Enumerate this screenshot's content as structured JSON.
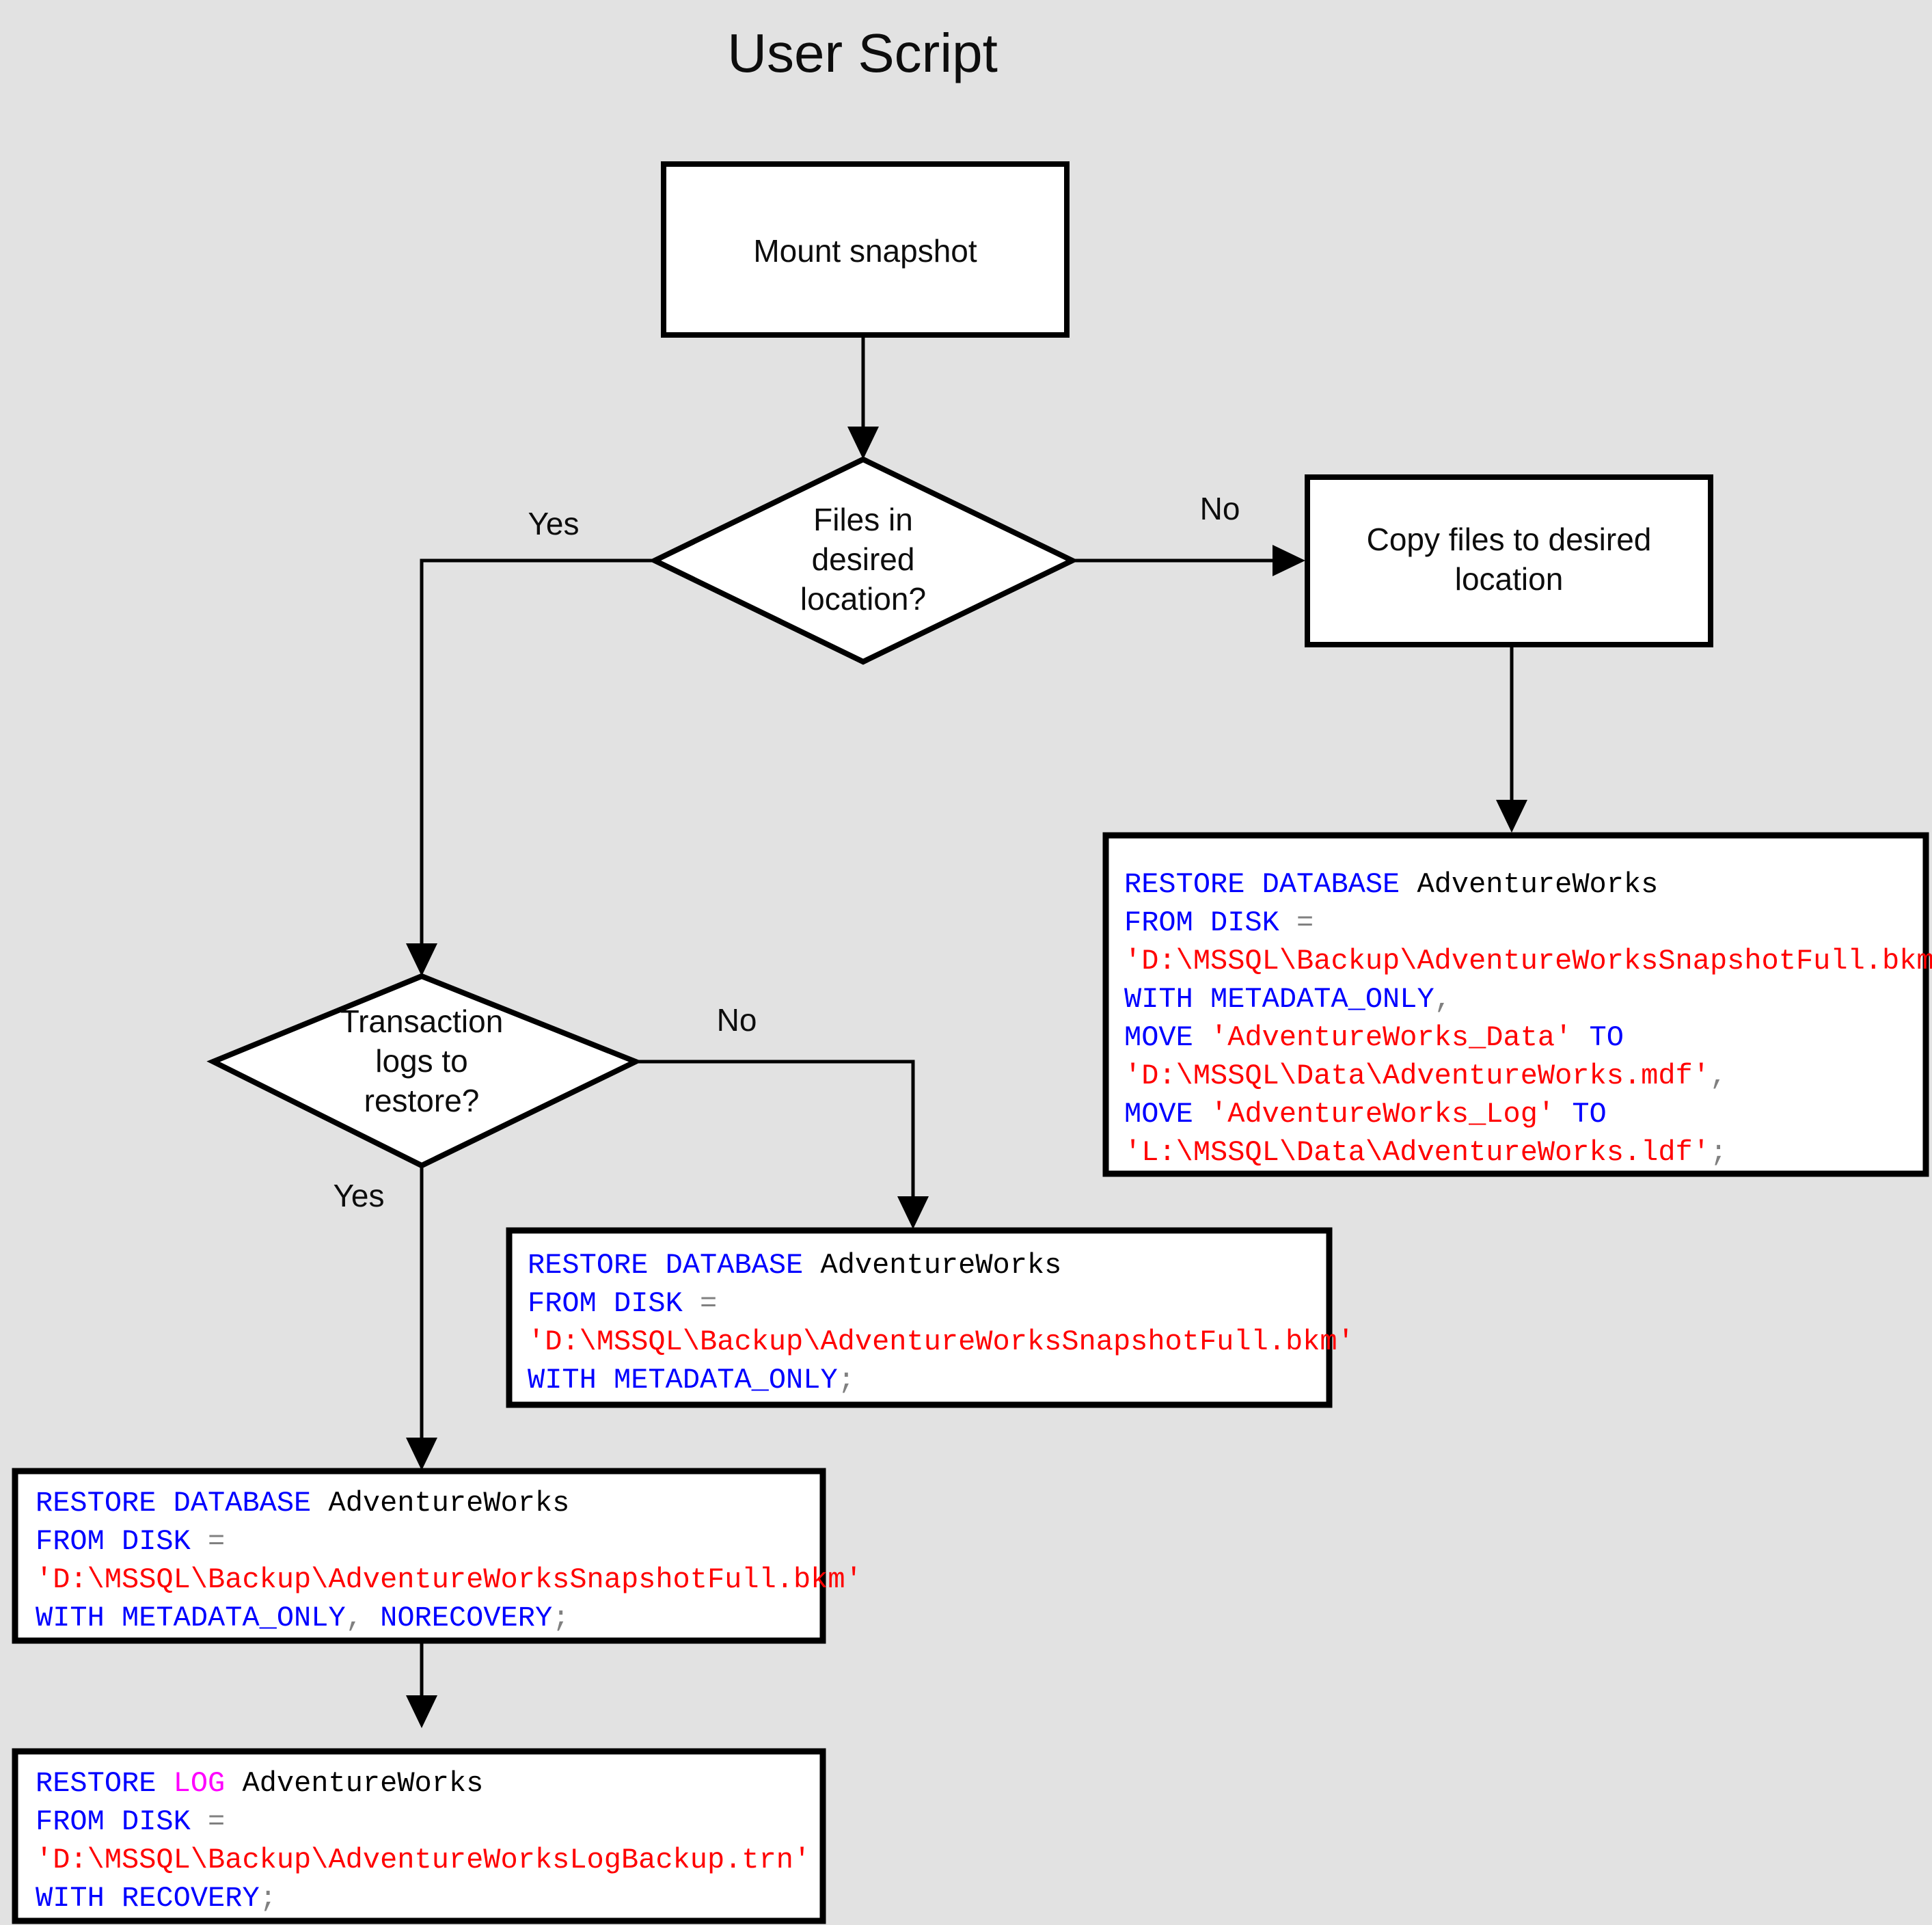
{
  "title": "User Script",
  "colors": {
    "background": "#e2e2e2",
    "node_fill": "#ffffff",
    "node_stroke": "#000000",
    "keyword": "#0000ff",
    "keyword_alt": "#ff00ff",
    "string": "#ff0000",
    "identifier": "#000000",
    "punctuation": "#808080"
  },
  "nodes": {
    "mount_snapshot": {
      "label": "Mount snapshot",
      "shape": "process"
    },
    "files_in_desired_location": {
      "line1": "Files in",
      "line2": "desired",
      "line3": "location?",
      "shape": "decision"
    },
    "copy_files": {
      "line1": "Copy files to desired",
      "line2": "location",
      "shape": "process"
    },
    "transaction_logs": {
      "line1": "Transaction",
      "line2": "logs to",
      "line3": "restore?",
      "shape": "decision"
    }
  },
  "edge_labels": {
    "files_yes": "Yes",
    "files_no": "No",
    "logs_no": "No",
    "logs_yes": "Yes"
  },
  "code_blocks": {
    "restore_with_move": {
      "name": "restore-database-with-move",
      "lines": [
        [
          {
            "t": "RESTORE DATABASE ",
            "c": "kw"
          },
          {
            "t": "AdventureWorks",
            "c": "ident"
          }
        ],
        [
          {
            "t": "FROM DISK ",
            "c": "kw"
          },
          {
            "t": "=",
            "c": "punc"
          }
        ],
        [
          {
            "t": "'D:\\MSSQL\\Backup\\AdventureWorksSnapshotFull.bkm'",
            "c": "str"
          }
        ],
        [
          {
            "t": "WITH METADATA_ONLY",
            "c": "kw"
          },
          {
            "t": ",",
            "c": "punc"
          }
        ],
        [
          {
            "t": "MOVE ",
            "c": "kw"
          },
          {
            "t": "'AdventureWorks_Data'",
            "c": "str"
          },
          {
            "t": " TO",
            "c": "kw"
          }
        ],
        [
          {
            "t": "'D:\\MSSQL\\Data\\AdventureWorks.mdf'",
            "c": "str"
          },
          {
            "t": ",",
            "c": "punc"
          }
        ],
        [
          {
            "t": "MOVE ",
            "c": "kw"
          },
          {
            "t": "'AdventureWorks_Log'",
            "c": "str"
          },
          {
            "t": " TO",
            "c": "kw"
          }
        ],
        [
          {
            "t": "'L:\\MSSQL\\Data\\AdventureWorks.ldf'",
            "c": "str"
          },
          {
            "t": ";",
            "c": "punc"
          }
        ]
      ]
    },
    "restore_metadata_only": {
      "name": "restore-database-metadata-only",
      "lines": [
        [
          {
            "t": "RESTORE DATABASE ",
            "c": "kw"
          },
          {
            "t": "AdventureWorks",
            "c": "ident"
          }
        ],
        [
          {
            "t": "FROM DISK ",
            "c": "kw"
          },
          {
            "t": "=",
            "c": "punc"
          }
        ],
        [
          {
            "t": "'D:\\MSSQL\\Backup\\AdventureWorksSnapshotFull.bkm'",
            "c": "str"
          }
        ],
        [
          {
            "t": "WITH METADATA_ONLY",
            "c": "kw"
          },
          {
            "t": ";",
            "c": "punc"
          }
        ]
      ]
    },
    "restore_norecovery": {
      "name": "restore-database-norecovery",
      "lines": [
        [
          {
            "t": "RESTORE DATABASE ",
            "c": "kw"
          },
          {
            "t": "AdventureWorks",
            "c": "ident"
          }
        ],
        [
          {
            "t": "FROM DISK ",
            "c": "kw"
          },
          {
            "t": "=",
            "c": "punc"
          }
        ],
        [
          {
            "t": "'D:\\MSSQL\\Backup\\AdventureWorksSnapshotFull.bkm'",
            "c": "str"
          }
        ],
        [
          {
            "t": "WITH METADATA_ONLY",
            "c": "kw"
          },
          {
            "t": ",",
            "c": "punc"
          },
          {
            "t": " NORECOVERY",
            "c": "kw"
          },
          {
            "t": ";",
            "c": "punc"
          }
        ]
      ]
    },
    "restore_log": {
      "name": "restore-log-recovery",
      "lines": [
        [
          {
            "t": "RESTORE ",
            "c": "kw"
          },
          {
            "t": "LOG",
            "c": "kw2"
          },
          {
            "t": " ",
            "c": "kw"
          },
          {
            "t": "AdventureWorks",
            "c": "ident"
          }
        ],
        [
          {
            "t": "FROM DISK ",
            "c": "kw"
          },
          {
            "t": "=",
            "c": "punc"
          }
        ],
        [
          {
            "t": "'D:\\MSSQL\\Backup\\AdventureWorksLogBackup.trn'",
            "c": "str"
          }
        ],
        [
          {
            "t": "WITH RECOVERY",
            "c": "kw"
          },
          {
            "t": ";",
            "c": "punc"
          }
        ]
      ]
    }
  }
}
